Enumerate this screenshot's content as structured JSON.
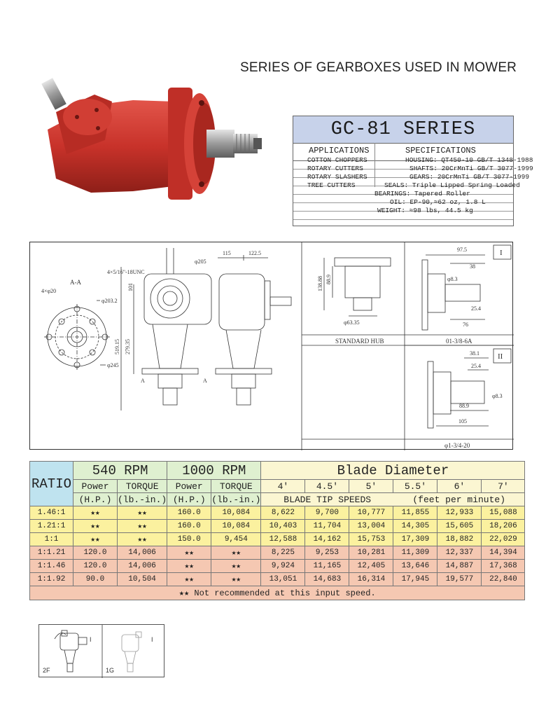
{
  "title": "SERIES OF GEARBOXES USED IN MOWER",
  "spec": {
    "series": "GC-81 SERIES",
    "applications_header": "APPLICATIONS",
    "specifications_header": "SPECIFICATIONS",
    "applications": [
      "COTTON CHOPPERS",
      "ROTARY CUTTERS",
      "ROTARY SLASHERS",
      "TREE CUTTERS"
    ],
    "specifications": [
      "HOUSING: QT450-10 GB/T 1348-1988",
      "SHAFTS: 20CrMnTi GB/T 3077-1999",
      "GEARS: 20CrMnTi GB/T 3077-1999",
      "SEALS: Triple Lipped Spring Loaded",
      "BEARINGS: Tapered Roller",
      "OIL: EP-90,≈62 oz, 1.8 L",
      "WEIGHT: ≈98 lbs, 44.5 kg"
    ]
  },
  "drawing": {
    "section_label": "A-A",
    "holes_label": "4×φ20",
    "thread_label": "4×5/16\"-18UNC",
    "dims": {
      "d205": "φ205",
      "d203": "φ203.2",
      "d245": "φ245",
      "h101": "101",
      "h279": "279.35",
      "h519": "519.15",
      "w115": "115",
      "w122": "122.5",
      "h138": "138.88",
      "h88": "88.9",
      "d63": "φ63.35",
      "w97": "97.5",
      "w38": "38",
      "d83a": "φ8.3",
      "w25a": "25.4",
      "w76": "76",
      "w38b": "38.1",
      "w25b": "25.4",
      "d83b": "φ8.3",
      "w88b": "88.9",
      "w105": "105"
    },
    "hub_caption": "STANDARD HUB",
    "shaft1_caption": "01-3/8-6A",
    "shaft2_caption": "φ1-3/4-20",
    "roman1": "I",
    "roman2": "II",
    "section_mark": "A"
  },
  "table": {
    "ratio_label": "RATIO",
    "rpm540": "540 RPM",
    "rpm1000": "1000 RPM",
    "blade_diameter": "Blade Diameter",
    "power": "Power",
    "torque": "TORQUE",
    "hp": "(H.P.)",
    "lbin": "(lb.-in.)",
    "diameters": [
      "4′",
      "4.5′",
      "5′",
      "5.5′",
      "6′",
      "7′"
    ],
    "tip_speeds": "BLADE TIP SPEEDS",
    "fpm": "(feet per minute)",
    "rows": [
      {
        "ratio": "1.46:1",
        "p540": "★★",
        "t540": "★★",
        "p1000": "160.0",
        "t1000": "10,084",
        "speeds": [
          "8,622",
          "9,700",
          "10,777",
          "11,855",
          "12,933",
          "15,088"
        ]
      },
      {
        "ratio": "1.21:1",
        "p540": "★★",
        "t540": "★★",
        "p1000": "160.0",
        "t1000": "10,084",
        "speeds": [
          "10,403",
          "11,704",
          "13,004",
          "14,305",
          "15,605",
          "18,206"
        ]
      },
      {
        "ratio": "1:1",
        "p540": "★★",
        "t540": "★★",
        "p1000": "150.0",
        "t1000": "9,454",
        "speeds": [
          "12,588",
          "14,162",
          "15,753",
          "17,309",
          "18,882",
          "22,029"
        ]
      },
      {
        "ratio": "1:1.21",
        "p540": "120.0",
        "t540": "14,006",
        "p1000": "★★",
        "t1000": "★★",
        "speeds": [
          "8,225",
          "9,253",
          "10,281",
          "11,309",
          "12,337",
          "14,394"
        ]
      },
      {
        "ratio": "1:1.46",
        "p540": "120.0",
        "t540": "14,006",
        "p1000": "★★",
        "t1000": "★★",
        "speeds": [
          "9,924",
          "11,165",
          "12,405",
          "13,646",
          "14,887",
          "17,368"
        ]
      },
      {
        "ratio": "1:1.92",
        "p540": "90.0",
        "t540": "10,504",
        "p1000": "★★",
        "t1000": "★★",
        "speeds": [
          "13,051",
          "14,683",
          "16,314",
          "17,945",
          "19,577",
          "22,840"
        ]
      }
    ],
    "note": "★★ Not recommended at this input speed."
  },
  "mount": {
    "label1": "2F",
    "label2": "1G",
    "roman_a": "I",
    "roman_b": "I"
  },
  "colors": {
    "gearbox_red": "#c8322a",
    "spec_header": "#c7d2ea",
    "row_yellow": "#fbf19f",
    "row_salmon": "#f5c8b2",
    "ratio_blue": "#bfe3ef",
    "rpm_green": "#dff0d0",
    "blade_cream": "#fbf6d2"
  }
}
